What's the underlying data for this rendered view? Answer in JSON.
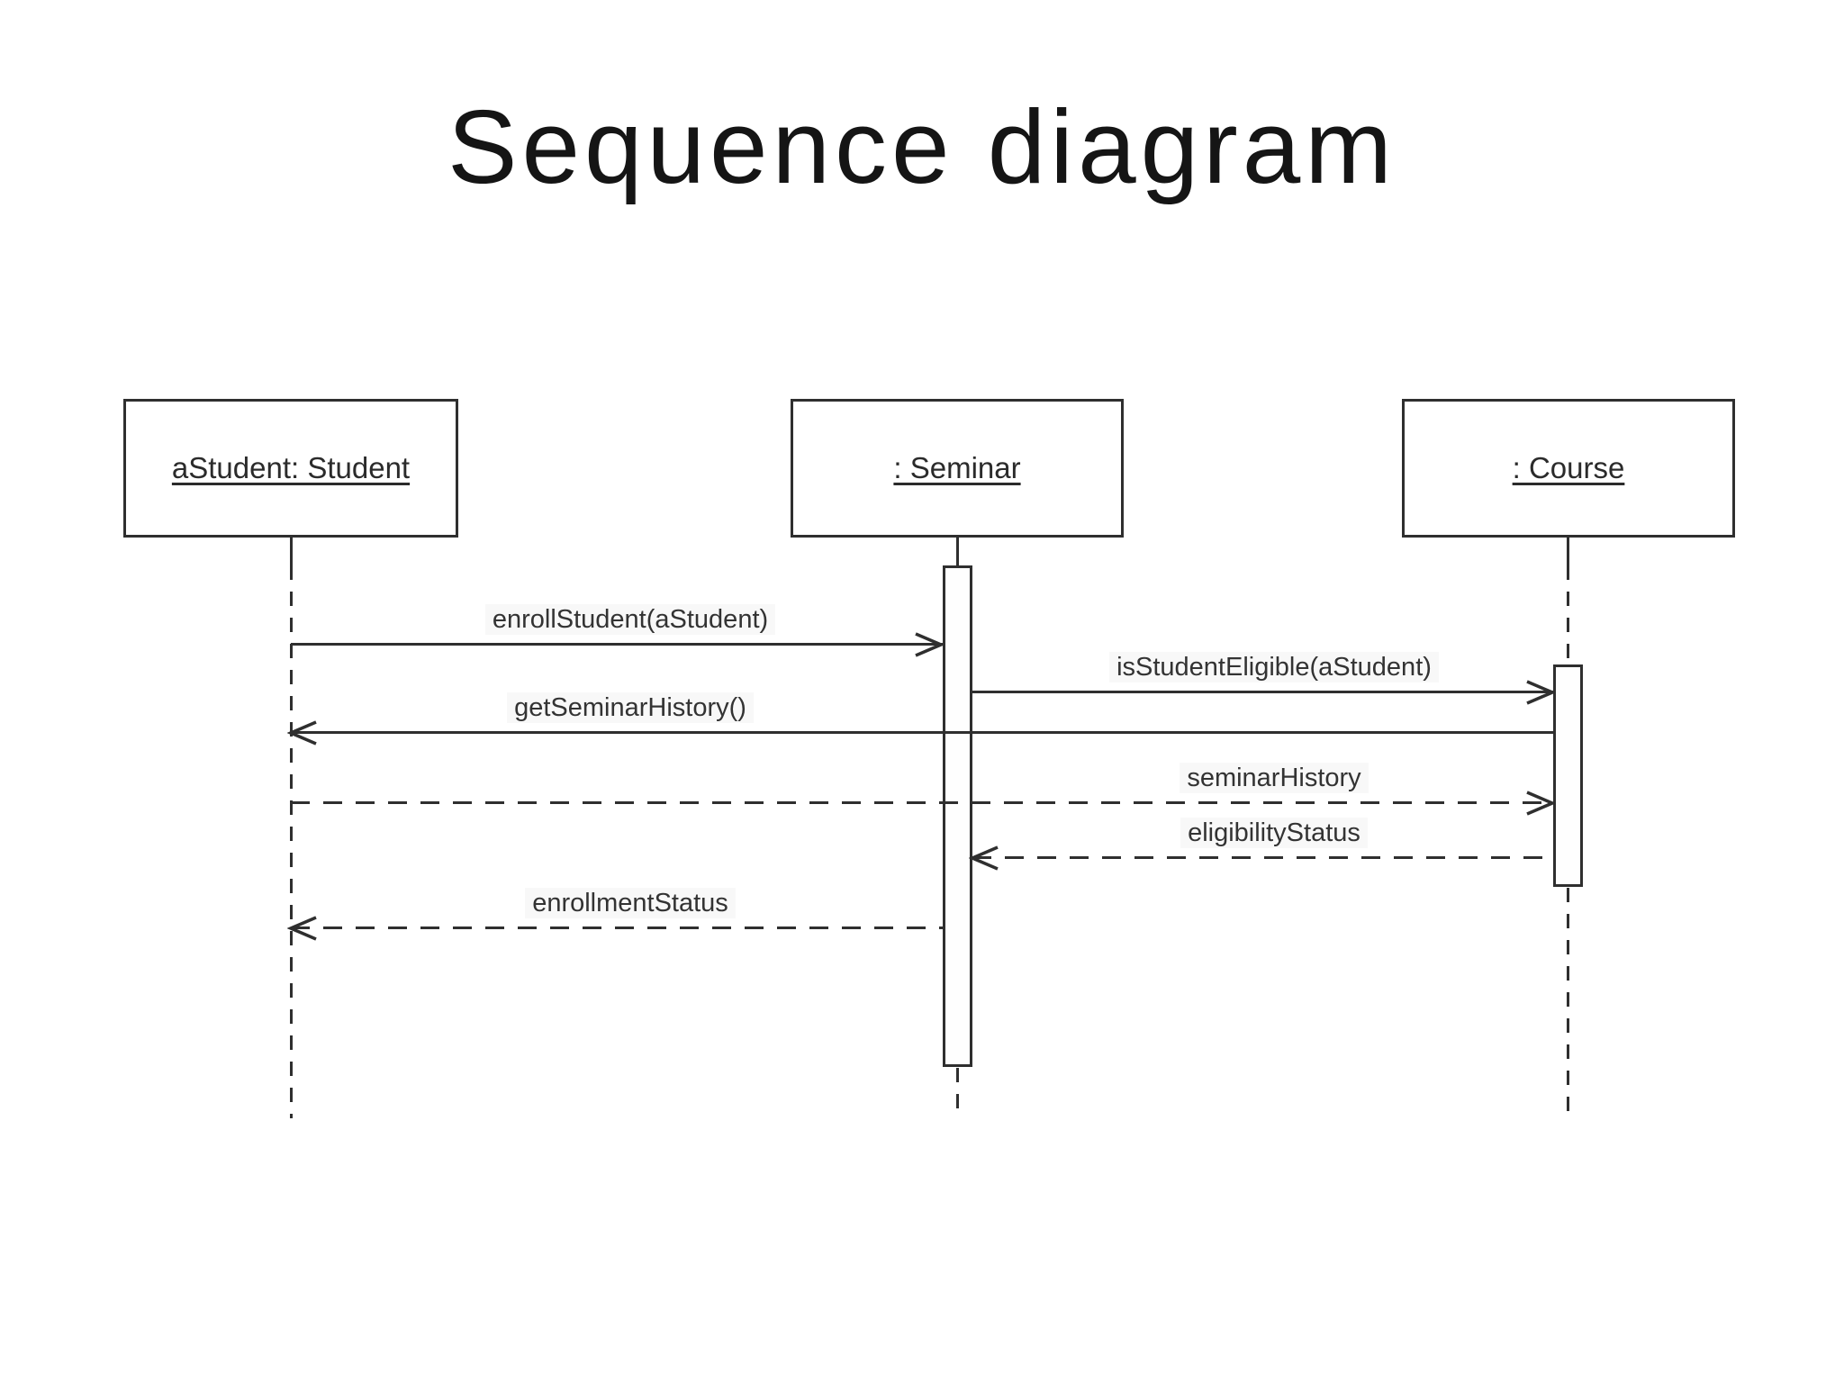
{
  "title": "Sequence diagram",
  "actors": [
    {
      "id": "student",
      "label": "aStudent: Student"
    },
    {
      "id": "seminar",
      "label": ": Seminar"
    },
    {
      "id": "course",
      "label": ": Course"
    }
  ],
  "messages": [
    {
      "label": "enrollStudent(aStudent)",
      "from": "aStudent: Student",
      "to": ": Seminar",
      "line": "solid",
      "direction": "right"
    },
    {
      "label": "isStudentEligible(aStudent)",
      "from": ": Seminar",
      "to": ": Course",
      "line": "solid",
      "direction": "right"
    },
    {
      "label": "getSeminarHistory()",
      "from": ": Course",
      "to": "aStudent: Student",
      "line": "solid",
      "direction": "left"
    },
    {
      "label": "seminarHistory",
      "from": "aStudent: Student",
      "to": ": Course",
      "line": "dashed",
      "direction": "right"
    },
    {
      "label": "eligibilityStatus",
      "from": ": Course",
      "to": ": Seminar",
      "line": "dashed",
      "direction": "left"
    },
    {
      "label": "enrollmentStatus",
      "from": ": Seminar",
      "to": "aStudent: Student",
      "line": "dashed",
      "direction": "left"
    }
  ],
  "colors": {
    "line": "#2f2f2f",
    "text": "#333333",
    "background": "#ffffff"
  }
}
